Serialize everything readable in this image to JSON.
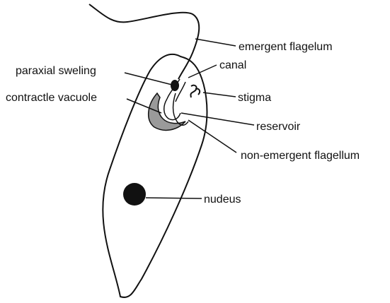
{
  "labels": {
    "emergent_flagellum": "emergent flagelum",
    "canal": "canal",
    "paraxial_swelling": "paraxial sweling",
    "contractile_vacuole": "contractle vacuole",
    "stigma": "stigma",
    "reservoir": "reservoir",
    "non_emergent_flagellum": "non-emergent flagellum",
    "nucleus": "nudeus"
  },
  "colors": {
    "line": "#111111",
    "fill_dark": "#111111",
    "fill_gray": "#9a9a9a",
    "background": "#ffffff"
  }
}
